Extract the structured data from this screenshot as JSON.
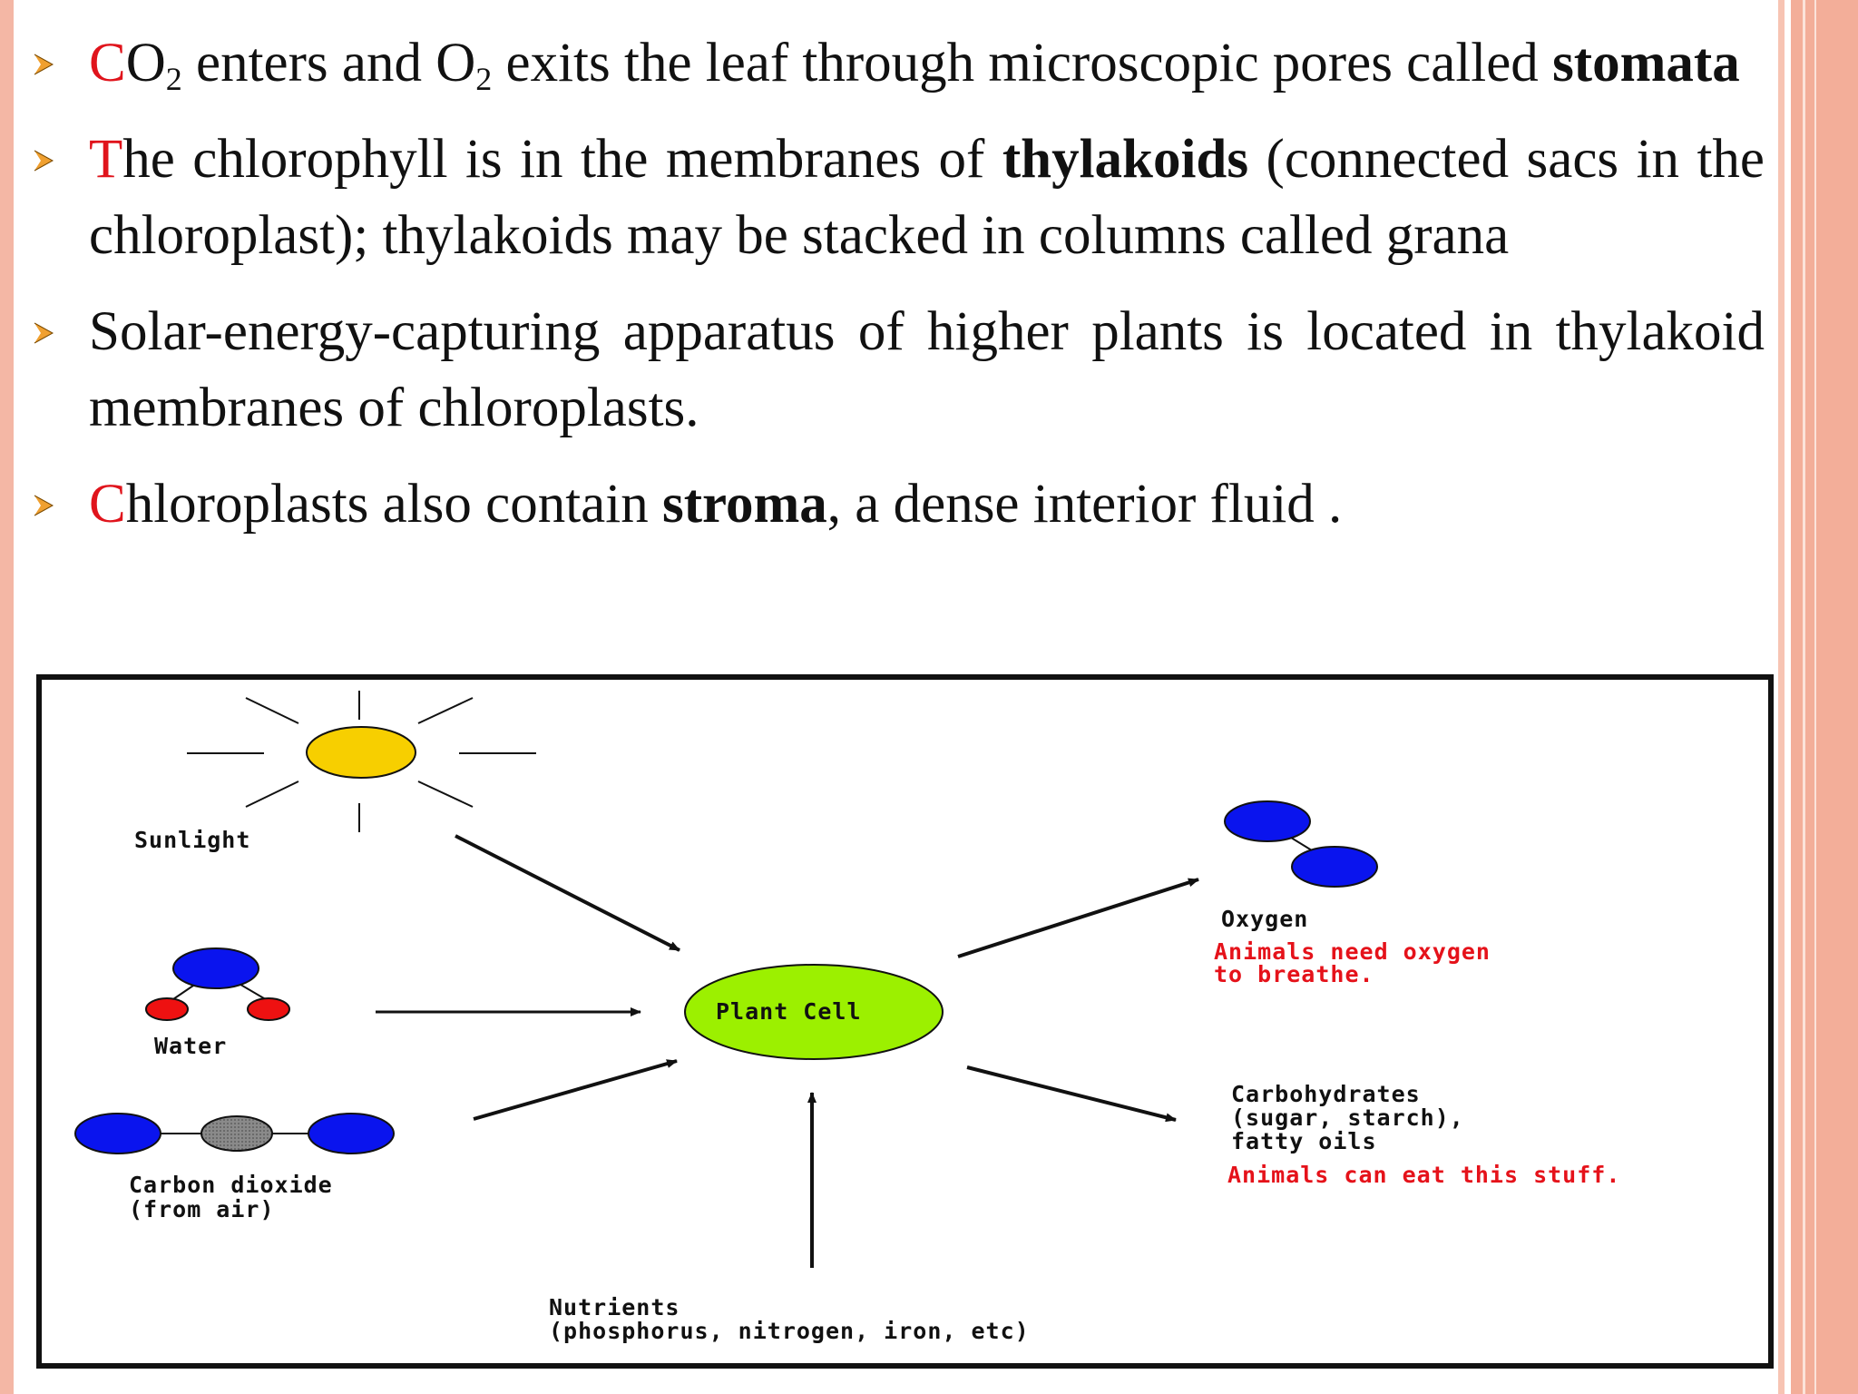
{
  "bullets": [
    {
      "first": "C",
      "seg1": "O",
      "sub1": "2",
      "seg2": " enters and O",
      "sub2": "2",
      "seg3": " exits the leaf through microscopic pores called ",
      "bold": "stomata"
    },
    {
      "first": "T",
      "rest1": "he chlorophyll is in the membranes of ",
      "bold": "thylakoids",
      "rest2": " (connected sacs in the chloroplast); thylakoids may be stacked in columns called grana"
    },
    {
      "first": "S",
      "rest1": "olar-energy-capturing apparatus of higher plants is located in thylakoid membranes of chloroplasts."
    },
    {
      "first": "C",
      "rest1": "hloroplasts also contain ",
      "bold": "stroma",
      "rest2": ", a dense interior fluid ."
    }
  ],
  "diagram": {
    "sunlight": "Sunlight",
    "water": "Water",
    "co2_line1": "Carbon dioxide",
    "co2_line2": "(from air)",
    "plant_cell": "Plant Cell",
    "oxygen": "Oxygen",
    "oxygen_note_line1": "Animals need oxygen",
    "oxygen_note_line2": "to breathe.",
    "carbs_line1": "Carbohydrates",
    "carbs_line2": "(sugar, starch),",
    "carbs_line3": "fatty oils",
    "carbs_note": "Animals can eat this stuff.",
    "nutrients_line1": "Nutrients",
    "nutrients_line2": "(phosphorus, nitrogen, iron, etc)"
  },
  "colors": {
    "accent_red": "#e0141c",
    "bullet_arrow": "#f0a030",
    "sun": "#f7cf00",
    "plant_cell": "#9cf000",
    "atom_blue": "#0a14ee",
    "atom_red": "#ee1111",
    "atom_gray": "#808080",
    "edge": "#f3ae99"
  }
}
